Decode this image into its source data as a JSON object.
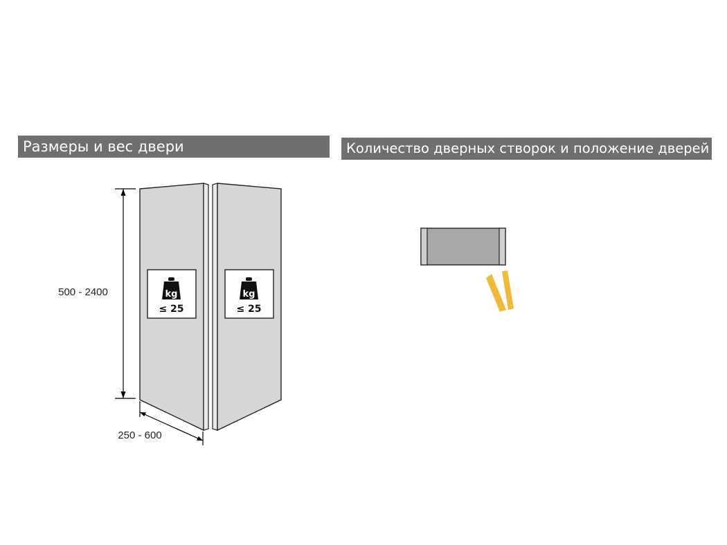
{
  "headers": {
    "door_size_weight": "Размеры и вес двери",
    "door_leaves_position": "Количество дверных створок и положение дверей"
  },
  "dimensions": {
    "height_range": "500 - 2400",
    "width_range": "250 - 600"
  },
  "weight_labels": {
    "unit": "kg",
    "limit": "≤ 25"
  },
  "colors": {
    "header_bg": "#6f6f6f",
    "door_fill": "#d6d6d6",
    "frame_fill": "#a8a8a8",
    "accent_door": "#f0b93a"
  }
}
